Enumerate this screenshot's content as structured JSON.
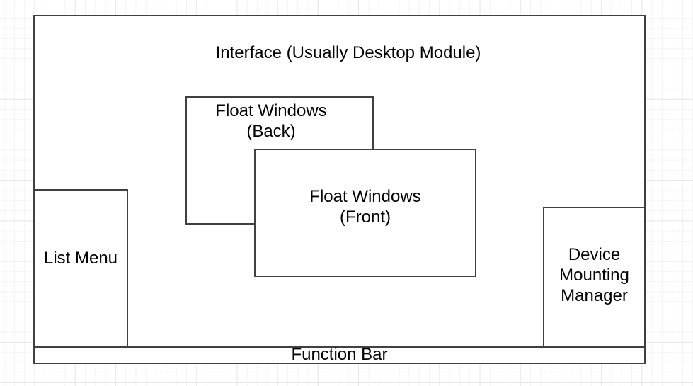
{
  "canvas": {
    "background": "graph-paper-grid",
    "grid_minor_color": "#f4f4f4",
    "grid_major_color": "#e7e7e7",
    "canvas_bg": "#ffffff"
  },
  "colors": {
    "shape_border": "#404040",
    "shape_fill": "#ffffff",
    "text": "#000000"
  },
  "title": {
    "label": "Interface (Usually Desktop Module)"
  },
  "shapes": {
    "float_back": {
      "label": "Float Windows\n(Back)"
    },
    "float_front": {
      "label": "Float Windows\n(Front)"
    },
    "list_menu": {
      "label": "List Menu"
    },
    "device_mounting_manager": {
      "label": "Device\nMounting\nManager"
    },
    "function_bar": {
      "label": "Function Bar"
    }
  }
}
